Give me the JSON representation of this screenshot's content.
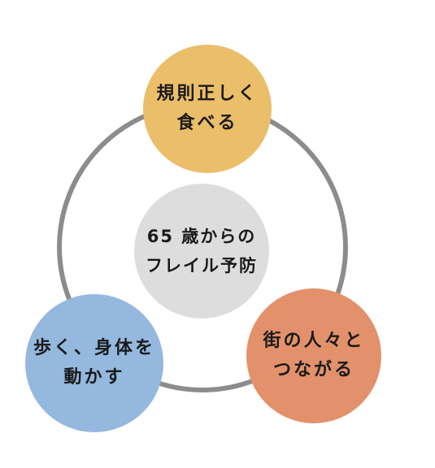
{
  "diagram": {
    "center": {
      "lines": [
        "65 歳からの",
        "フレイル予防"
      ]
    },
    "nodes": {
      "top": {
        "lines": [
          "規則正しく",
          "食べる"
        ]
      },
      "left": {
        "lines": [
          "歩く、身体を",
          "動かす"
        ]
      },
      "right": {
        "lines": [
          "街の人々と",
          "つながる"
        ]
      }
    }
  },
  "colors": {
    "ring": "#8c8c8c",
    "center": "#dddddd",
    "top": "#ebbe6a",
    "left": "#94b8de",
    "right": "#e3916b"
  }
}
